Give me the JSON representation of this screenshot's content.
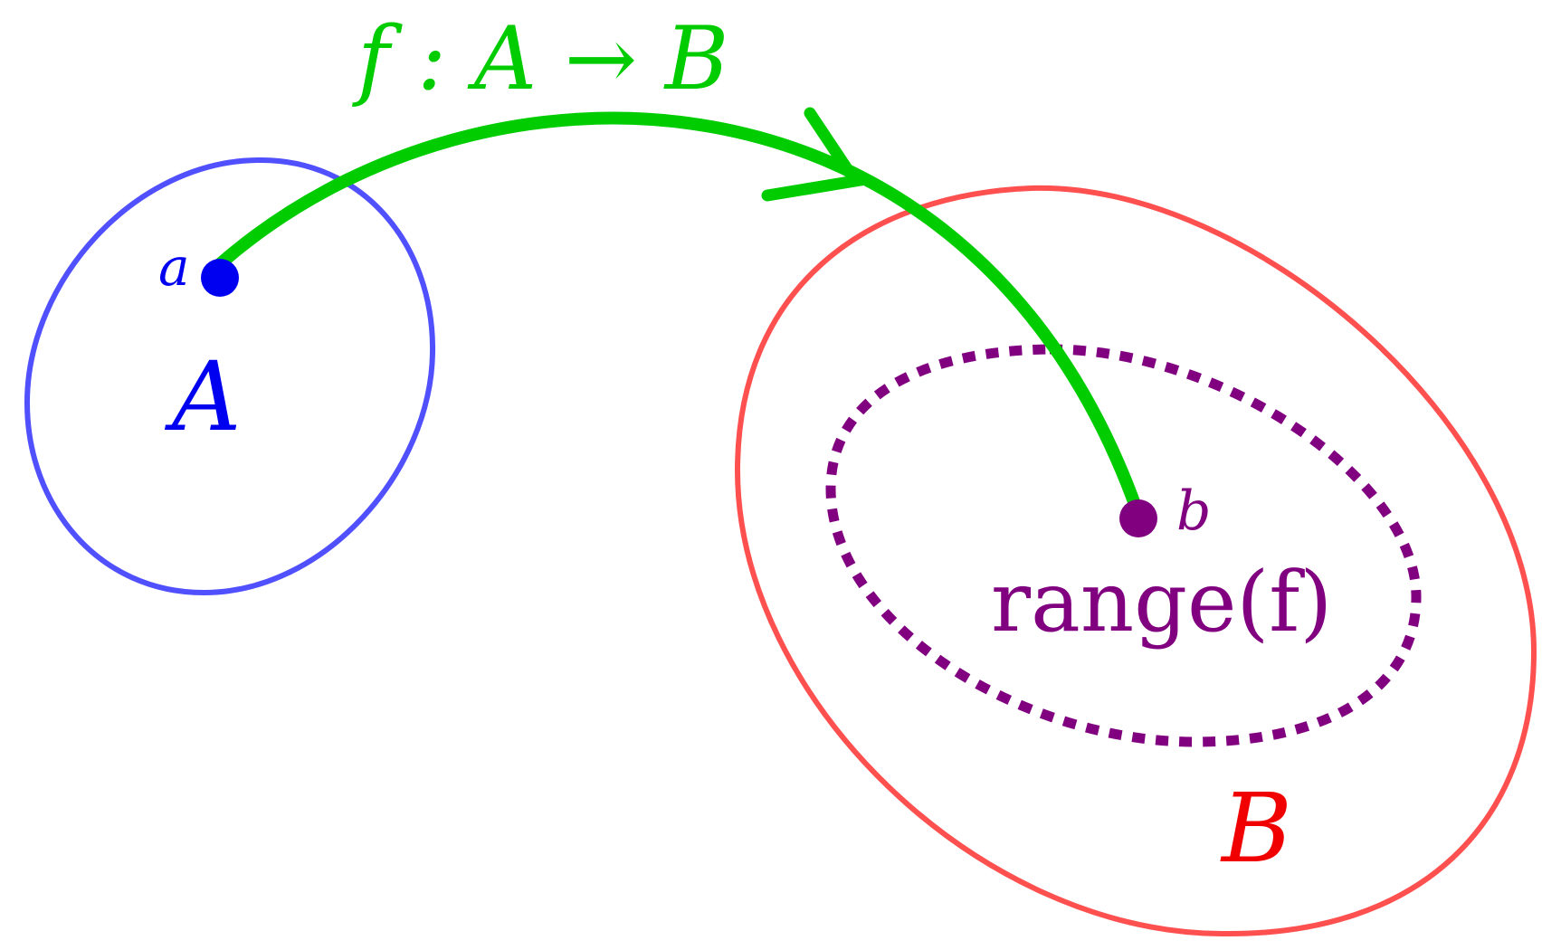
{
  "mapping_label": "f : A → B",
  "set_a": {
    "name": "A",
    "element": "a",
    "color": "#5050ff",
    "element_color": "#0000f0"
  },
  "set_b": {
    "name": "B",
    "element": "b",
    "color": "#ff5050",
    "label_color": "#f00000"
  },
  "range": {
    "label": "range(f)",
    "color": "#800080"
  },
  "arrow": {
    "color": "#00cc00"
  }
}
